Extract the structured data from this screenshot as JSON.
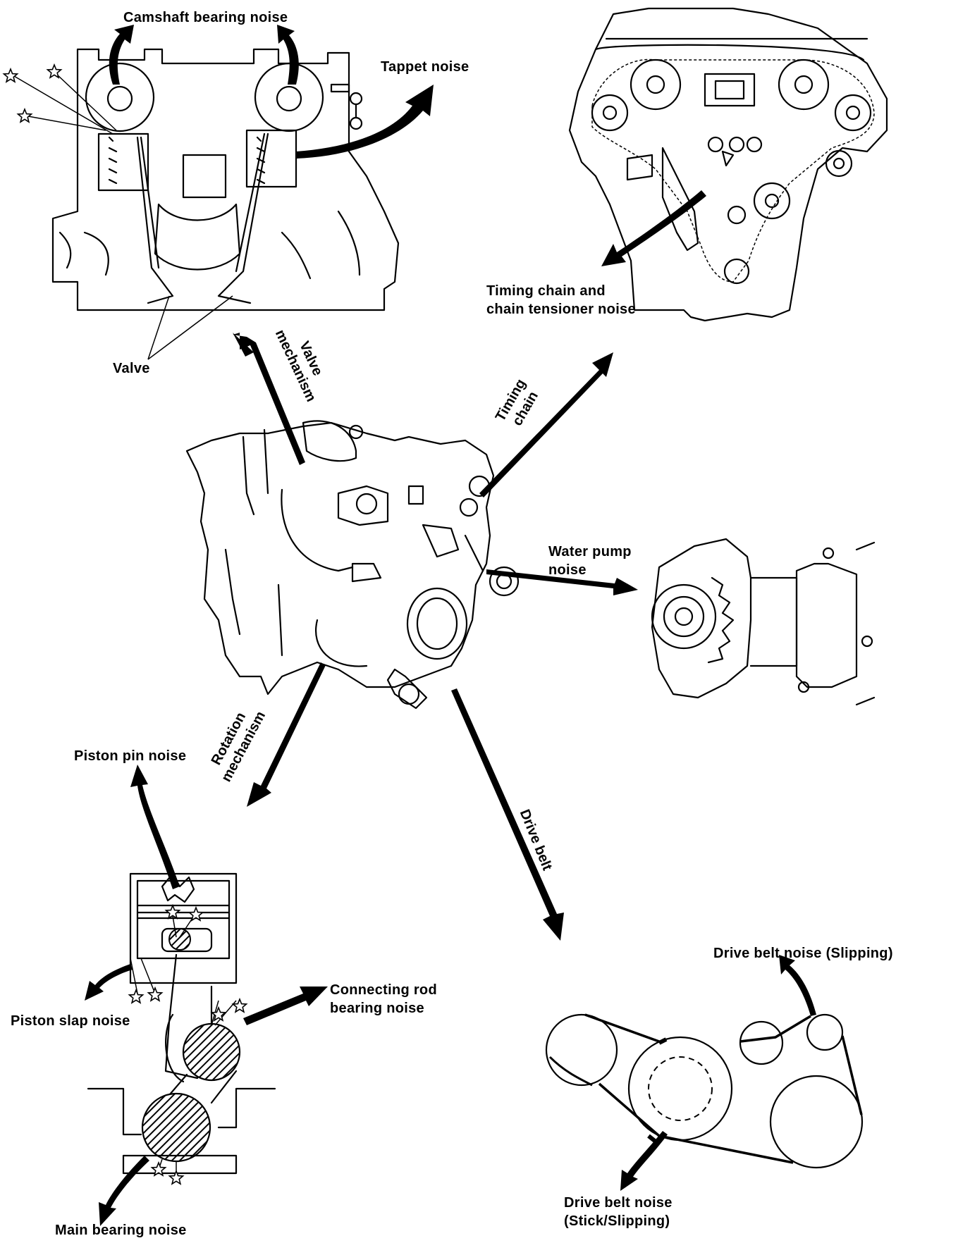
{
  "labels": {
    "camshaft_bearing_noise": "Camshaft bearing noise",
    "tappet_noise": "Tappet noise",
    "valve": "Valve",
    "timing_chain_noise_line1": "Timing chain and",
    "timing_chain_noise_line2": "chain tensioner noise",
    "valve_mechanism_line1": "Valve",
    "valve_mechanism_line2": "mechanism",
    "timing_chain_line1": "Timing",
    "timing_chain_line2": "chain",
    "water_pump_noise_line1": "Water pump",
    "water_pump_noise_line2": "noise",
    "rotation_mechanism_line1": "Rotation",
    "rotation_mechanism_line2": "mechanism",
    "piston_pin_noise": "Piston pin noise",
    "drive_belt": "Drive belt",
    "drive_belt_noise_slipping": "Drive belt noise (Slipping)",
    "connecting_rod_line1": "Connecting rod",
    "connecting_rod_line2": "bearing noise",
    "piston_slap_noise": "Piston slap noise",
    "drive_belt_noise_stick_line1": "Drive belt noise",
    "drive_belt_noise_stick_line2": "(Stick/Slipping)",
    "main_bearing_noise": "Main bearing noise"
  }
}
